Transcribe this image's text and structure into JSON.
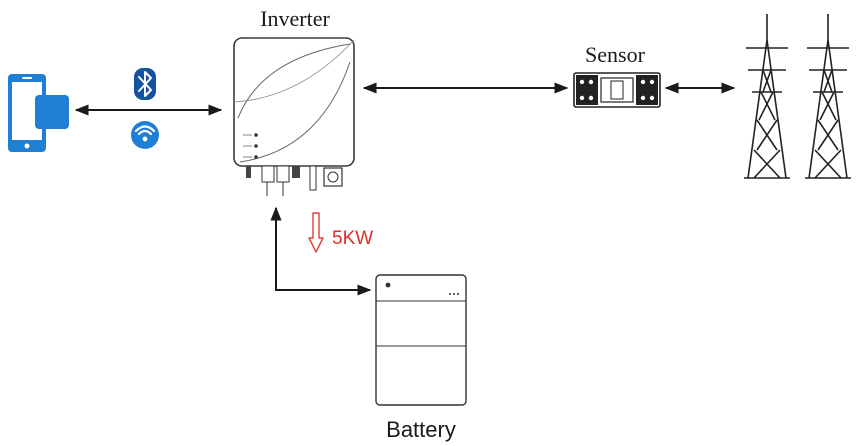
{
  "labels": {
    "inverter": "Inverter",
    "sensor": "Sensor",
    "battery": "Battery",
    "power": "5KW"
  },
  "icons": {
    "phone": "smartphone-icon",
    "bluetooth": "bluetooth-icon",
    "wifi": "wifi-icon",
    "inverter": "inverter-device-icon",
    "sensor": "energy-meter-icon",
    "grid": "power-tower-icon",
    "battery": "battery-stack-icon"
  },
  "colors": {
    "accent_blue": "#1e7fd4",
    "bluetooth_bg": "#1552a0",
    "power_label": "#d9302a",
    "power_arrow": "#e0403a",
    "line": "#1a1a1a"
  }
}
